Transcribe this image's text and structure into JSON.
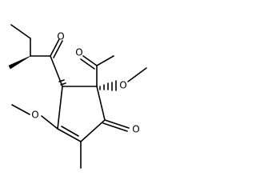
{
  "molecule": {
    "atoms": {
      "ketone_side_O": "O",
      "acetyl_O": "O",
      "methoxy_right_O": "O",
      "methoxy_left_O": "O",
      "ring_ketone_O": "O"
    }
  }
}
